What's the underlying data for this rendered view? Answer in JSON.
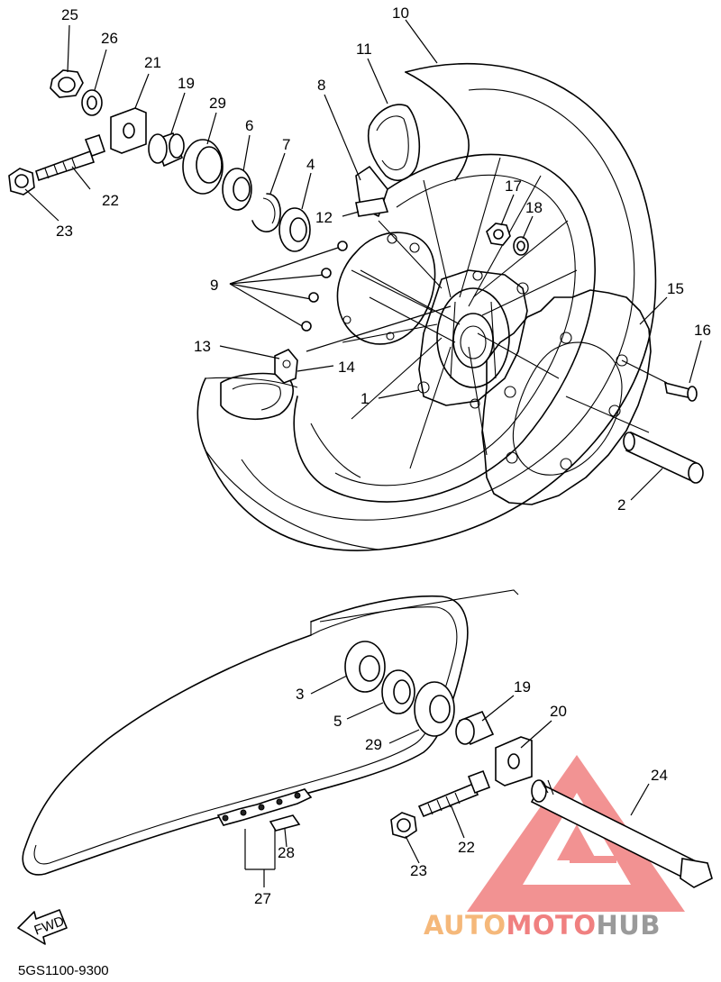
{
  "diagram": {
    "callouts": {
      "c1": "1",
      "c2": "2",
      "c3": "3",
      "c4": "4",
      "c5": "5",
      "c6": "6",
      "c7": "7",
      "c8": "8",
      "c9": "9",
      "c10": "10",
      "c11": "11",
      "c12": "12",
      "c13": "13",
      "c14": "14",
      "c15": "15",
      "c16": "16",
      "c17": "17",
      "c18": "18",
      "c19a": "19",
      "c19b": "19",
      "c20": "20",
      "c21": "21",
      "c22a": "22",
      "c22b": "22",
      "c23a": "23",
      "c23b": "23",
      "c24": "24",
      "c25": "25",
      "c26": "26",
      "c27": "27",
      "c28": "28",
      "c29a": "29",
      "c29b": "29"
    },
    "fwd_label": "FWD",
    "part_code": "5GS1100-9300"
  },
  "watermark": {
    "auto": "AUTO",
    "moto": "MOTO",
    "hub": "HUB",
    "colors": {
      "red": "#f08080",
      "orange": "#f5b87a",
      "gray": "#9a9a9a"
    }
  }
}
